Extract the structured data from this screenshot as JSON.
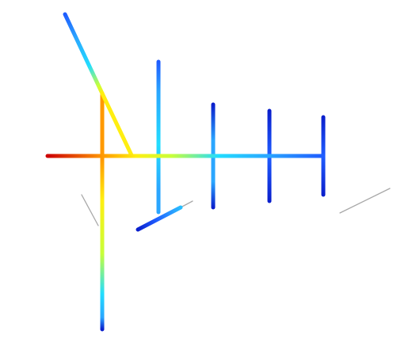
{
  "colors": {
    "background": "#ffffff",
    "thin_line": "#a8a8a8",
    "colormap": "jet",
    "hot": "#cc0000",
    "orange": "#ff9900",
    "yellow": "#ffee11",
    "yellow_green": "#c8ff3a",
    "cyan": "#22ddff",
    "sky_blue": "#2aa6ff",
    "blue": "#1f5cff",
    "deep_blue": "#0a1fcc"
  },
  "intensity_scale": {
    "min_color": "deep_blue",
    "max_color": "hot",
    "description_in_image": ""
  },
  "elements": {
    "main_boom": {
      "from_color": "hot",
      "to_color": "blue"
    },
    "left_rod": {
      "from_color": "yellow_green",
      "to_color": "deep_blue"
    },
    "feed_diagonal_upper": {
      "from_color": "sky_blue",
      "to_color": "yellow"
    },
    "feed_diagonal_lower": {
      "from_color": "orange",
      "to_color": "yellow"
    },
    "driven_element_upper": {
      "from_color": "cyan",
      "to_color": "orange"
    },
    "driven_element_lower": {
      "from_color": "orange",
      "to_color": "yellow"
    },
    "director_1": {
      "from_color": "deep_blue",
      "to_color": "cyan"
    },
    "director_2": {
      "from_color": "deep_blue",
      "to_color": "sky_blue"
    },
    "director_3": {
      "from_color": "deep_blue",
      "to_color": "blue"
    },
    "director_4": {
      "from_color": "deep_blue",
      "to_color": "blue"
    },
    "feed_stub": {
      "from_color": "deep_blue",
      "to_color": "cyan"
    }
  }
}
